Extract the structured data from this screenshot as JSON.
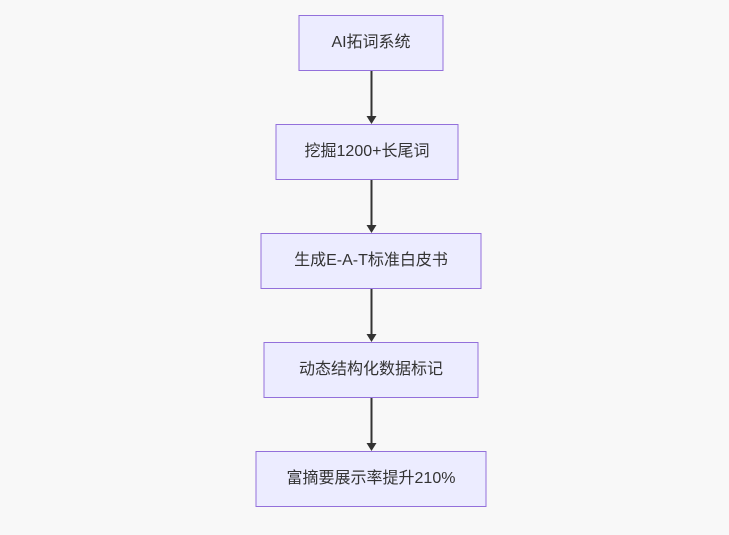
{
  "flowchart": {
    "direction": "top-down",
    "nodes": [
      {
        "label": "AI拓词系统"
      },
      {
        "label": "挖掘1200+长尾词"
      },
      {
        "label": "生成E-A-T标准白皮书"
      },
      {
        "label": "动态结构化数据标记"
      },
      {
        "label": "富摘要展示率提升210%"
      }
    ],
    "edges": [
      {
        "from": 0,
        "to": 1,
        "arrow": "down"
      },
      {
        "from": 1,
        "to": 2,
        "arrow": "down"
      },
      {
        "from": 2,
        "to": 3,
        "arrow": "down"
      },
      {
        "from": 3,
        "to": 4,
        "arrow": "down"
      }
    ],
    "colors": {
      "background": "#F8F8F8",
      "node_fill": "#ECECFF",
      "node_border": "#9370DB",
      "node_text": "#333333",
      "arrow": "#333333"
    }
  }
}
